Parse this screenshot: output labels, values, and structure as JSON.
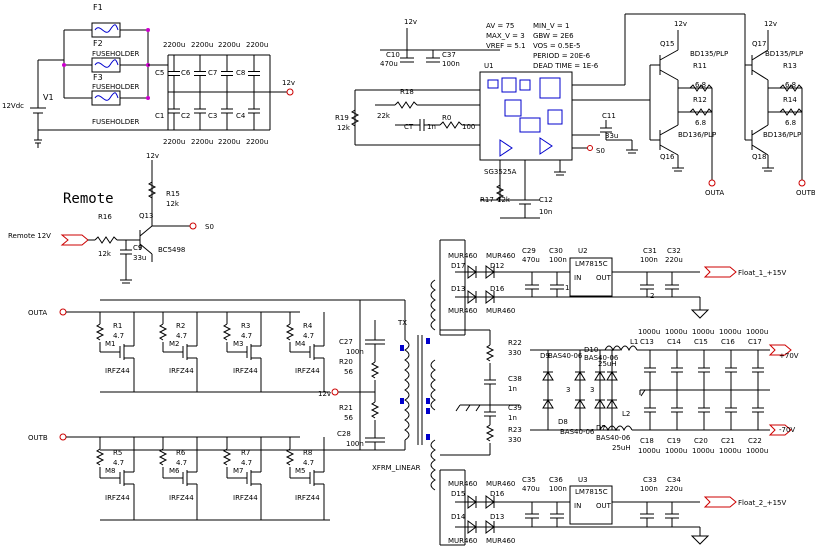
{
  "labels": {
    "fuses": [
      "F1",
      "F2",
      "F3"
    ],
    "fuseholders": [
      "FUSEHOLDER",
      "FUSEHOLDER",
      "FUSEHOLDER"
    ],
    "v1": "V1",
    "v1_value": "12Vdc",
    "caps_top": [
      "C5",
      "C6",
      "C7",
      "C8"
    ],
    "caps_top_values": [
      "2200u",
      "2200u",
      "2200u",
      "2200u"
    ],
    "caps_bottom": [
      "C1",
      "C2",
      "C3",
      "C4"
    ],
    "caps_bottom_values": [
      "2200u",
      "2200u",
      "2200u",
      "2200u"
    ],
    "out_12v": "12v",
    "remote_title": "Remote",
    "remote_in": "Remote 12V",
    "r16": "R16",
    "r16_val": "12k",
    "r15": "R15",
    "r15_val": "12k",
    "q13": "Q13",
    "q13_part": "BC5498",
    "c9": "C9",
    "c9_val": "33u",
    "s0": "S0",
    "v12_top": "12v",
    "params": [
      "AV = 75",
      "MAX_V = 3",
      "VREF = 5.1",
      "MIN_V = 1",
      "GBW = 2E6",
      "VOS = 0.5E-5",
      "PERIOD = 20E-6",
      "DEAD TIME = 1E-6"
    ],
    "c10": "C10",
    "c10_val": "470u",
    "c37": "C37",
    "c37_val": "100n",
    "u1": "U1",
    "u1_part": "SG3525A",
    "r19": "R19",
    "r19_val": "12k",
    "r18": "R18",
    "r18_val": "22k",
    "ct": "CT",
    "ct_val": "1n",
    "r0": "R0",
    "r0_val": "100",
    "c11": "C11",
    "c11_val": "33u",
    "s0_u1": "S0",
    "r17": "R17",
    "r17_val": "12k",
    "c12": "C12",
    "c12_val": "10n",
    "q15": "Q15",
    "q15_part": "BD135/PLP",
    "q16": "Q16",
    "q16_part": "BD136/PLP",
    "r11": "R11",
    "r11_val": "6.8",
    "r12": "R12",
    "r12_val": "6.8",
    "q17": "Q17",
    "q17_part": "BD135/PLP",
    "q18": "Q18",
    "q18_part": "BD136/PLP",
    "r13": "R13",
    "r13_val": "6.8",
    "r14": "R14",
    "r14_val": "6.8",
    "outa": "OUTA",
    "outb": "OUTB",
    "outa_left": "OUTA",
    "outb_left": "OUTB",
    "mosfets_a": [
      "M1",
      "M2",
      "M3",
      "M4"
    ],
    "mosfets_b": [
      "M8",
      "M6",
      "M7",
      "M5"
    ],
    "mosfet_part": "IRFZ44",
    "r_gate_a": [
      "R1",
      "R2",
      "R3",
      "R4"
    ],
    "r_gate_b": [
      "R5",
      "R6",
      "R7",
      "R8"
    ],
    "r_gate_val": "4.7",
    "c27": "C27",
    "c27_val": "100n",
    "c28": "C28",
    "c28_val": "100n",
    "r20": "R20",
    "r20_val": "56",
    "r21": "R21",
    "r21_val": "56",
    "tx": "TX",
    "xfrm": "XFRM_LINEAR",
    "v12_mid": "12v",
    "d_top": [
      "D17",
      "D12",
      "D13",
      "D16"
    ],
    "d_top_part": "MUR460",
    "d_bot": [
      "D15",
      "D16",
      "D14",
      "D13"
    ],
    "c29": "C29",
    "c29_val": "470u",
    "c30": "C30",
    "c30_val": "100n",
    "u2": "U2",
    "u2_part": "LM7815C",
    "u3": "U3",
    "u3_part": "LM7815C",
    "c31": "C31",
    "c31_val": "100n",
    "c32": "C32",
    "c32_val": "220u",
    "c35": "C35",
    "c35_val": "470u",
    "c36": "C36",
    "c36_val": "100n",
    "c33": "C33",
    "c33_val": "100n",
    "c34": "C34",
    "c34_val": "220u",
    "float1": "Float_1_+15V",
    "float2": "Float_2_+15V",
    "r22": "R22",
    "r22_val": "330",
    "r23": "R23",
    "r23_val": "330",
    "c38": "C38",
    "c38_val": "1n",
    "c39": "C39",
    "c39_val": "1n",
    "d9": "D9",
    "d10": "D10",
    "d8": "D8",
    "d7": "D7",
    "bas": "BAS40-06",
    "l1": "L1",
    "l1_val": "25uH",
    "l2": "L2",
    "l2_val": "25uH",
    "caps_pos": [
      "C13",
      "C14",
      "C15",
      "C16",
      "C17"
    ],
    "caps_neg": [
      "C18",
      "C19",
      "C20",
      "C21",
      "C22"
    ],
    "cap_big_val": "1000u",
    "plus70": "+70V",
    "minus70": "-70V",
    "pin3a": "3",
    "pin3b": "3",
    "pin1": "1",
    "pin2": "2"
  }
}
